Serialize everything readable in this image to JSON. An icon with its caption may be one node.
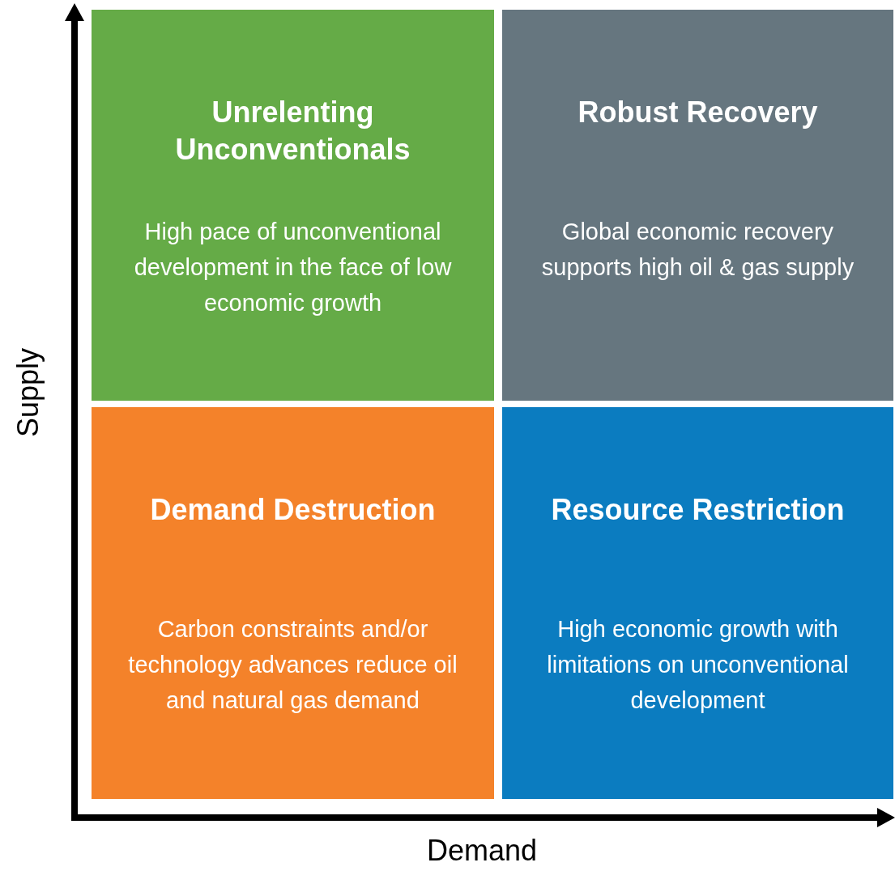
{
  "diagram": {
    "nodes": [
      {
        "text": [
          "Unrelenting Unconventionals",
          "High pace of unconventional development in the face of low economic growth"
        ]
      },
      {
        "text": [
          "Robust Recovery",
          "Global economic recovery supports high oil & gas supply"
        ]
      },
      {
        "text": [
          "Demand Destruction",
          "Carbon constraints and/or technology advances reduce oil and natural gas demand"
        ]
      },
      {
        "text": [
          "Resource Restriction",
          "High economic growth with limitations on unconventional development"
        ]
      }
    ],
    "edges": [],
    "labels": [
      "Supply",
      "Demand"
    ]
  }
}
